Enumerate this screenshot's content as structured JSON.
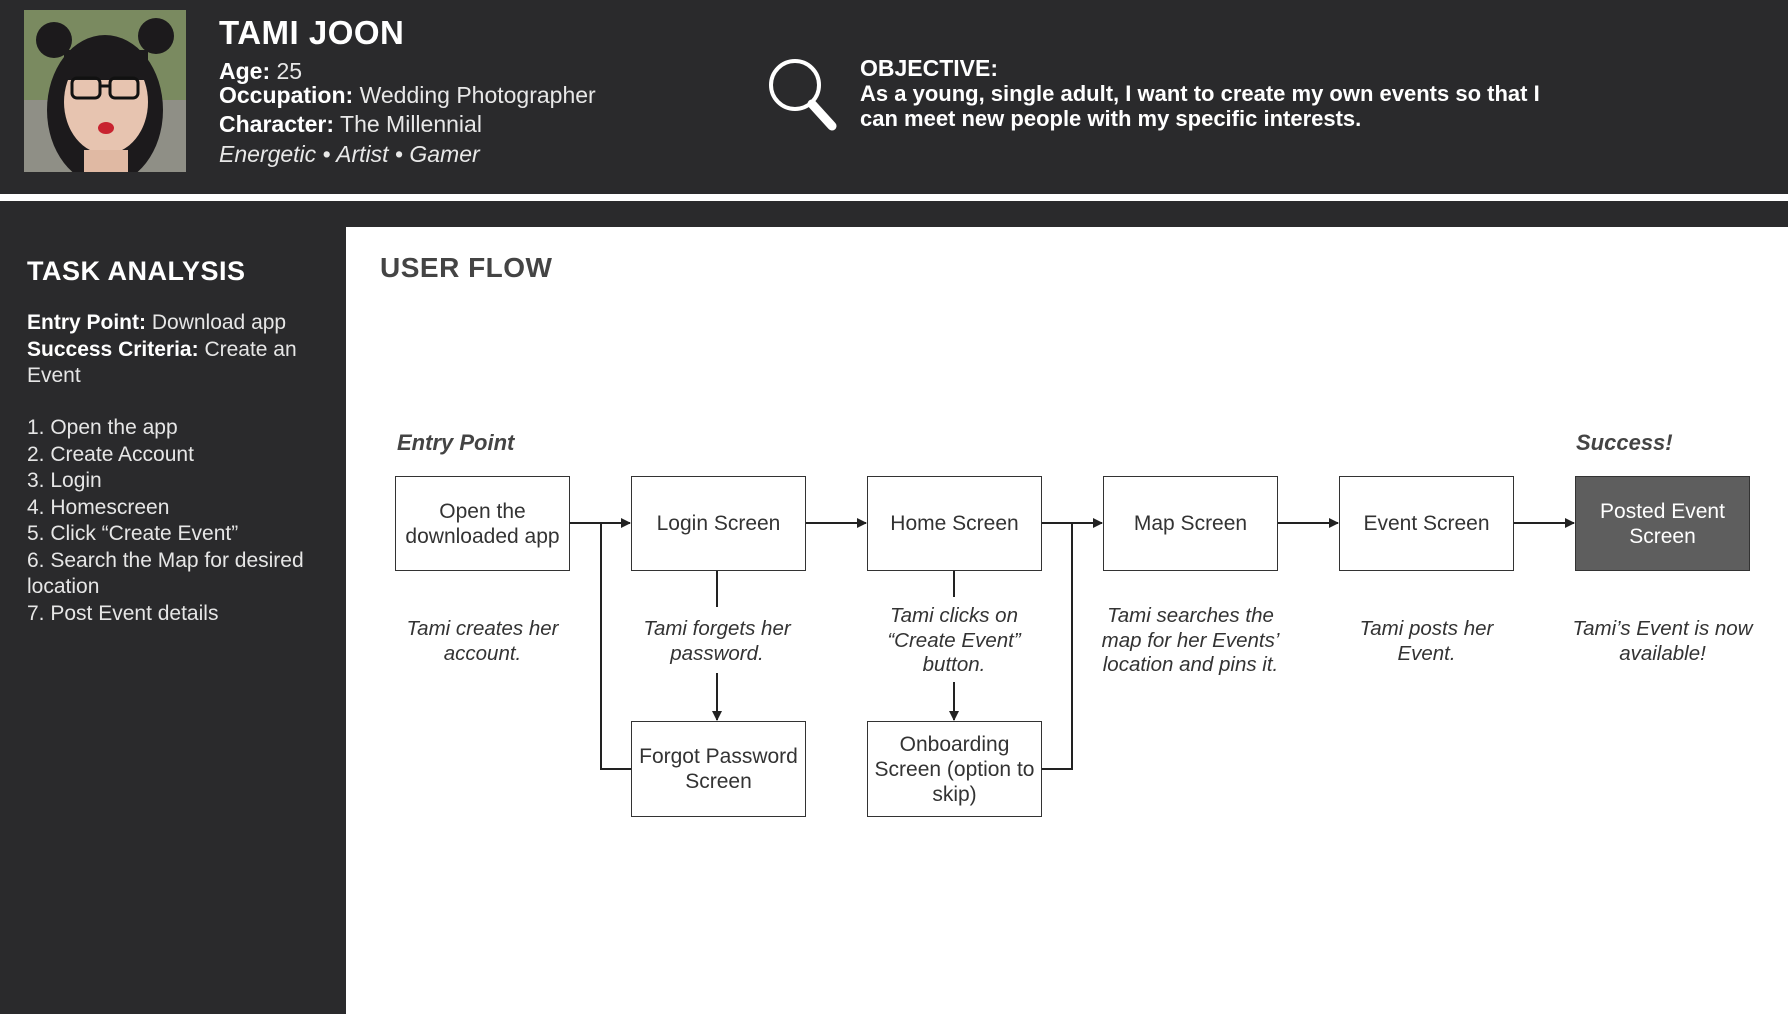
{
  "persona": {
    "name": "TAMI JOON",
    "age_label": "Age:",
    "age": "25",
    "occupation_label": "Occupation:",
    "occupation": "Wedding Photographer",
    "character_label": "Character:",
    "character": "The Millennial",
    "traits": "Energetic • Artist • Gamer"
  },
  "objective": {
    "title": "OBJECTIVE:",
    "text": "As a young, single adult, I want to create my own events so that I can meet new people with my specific interests.",
    "icon": "search-icon"
  },
  "task_analysis": {
    "title": "TASK ANALYSIS",
    "entry_label": "Entry Point:",
    "entry_value": "Download app",
    "success_label": "Success Criteria:",
    "success_value": "Create an Event",
    "steps": [
      "1. Open the app",
      "2. Create Account",
      "3. Login",
      "4. Homescreen",
      "5. Click “Create Event”",
      "6. Search the Map for desired location",
      "7. Post Event details"
    ]
  },
  "user_flow": {
    "title": "USER FLOW",
    "entry_label": "Entry Point",
    "success_label": "Success!",
    "nodes": {
      "open_app": "Open the downloaded app",
      "login": "Login Screen",
      "home": "Home Screen",
      "map": "Map Screen",
      "event": "Event Screen",
      "posted": "Posted Event Screen",
      "forgot": "Forgot Password Screen",
      "onboarding": "Onboarding Screen (option to skip)"
    },
    "notes": {
      "open_app": "Tami creates her account.",
      "login": "Tami forgets her password.",
      "home": "Tami clicks on “Create Event” button.",
      "map": "Tami searches the map for her Events’ location and pins it.",
      "event": "Tami posts her Event.",
      "posted": "Tami’s Event is now available!"
    }
  }
}
